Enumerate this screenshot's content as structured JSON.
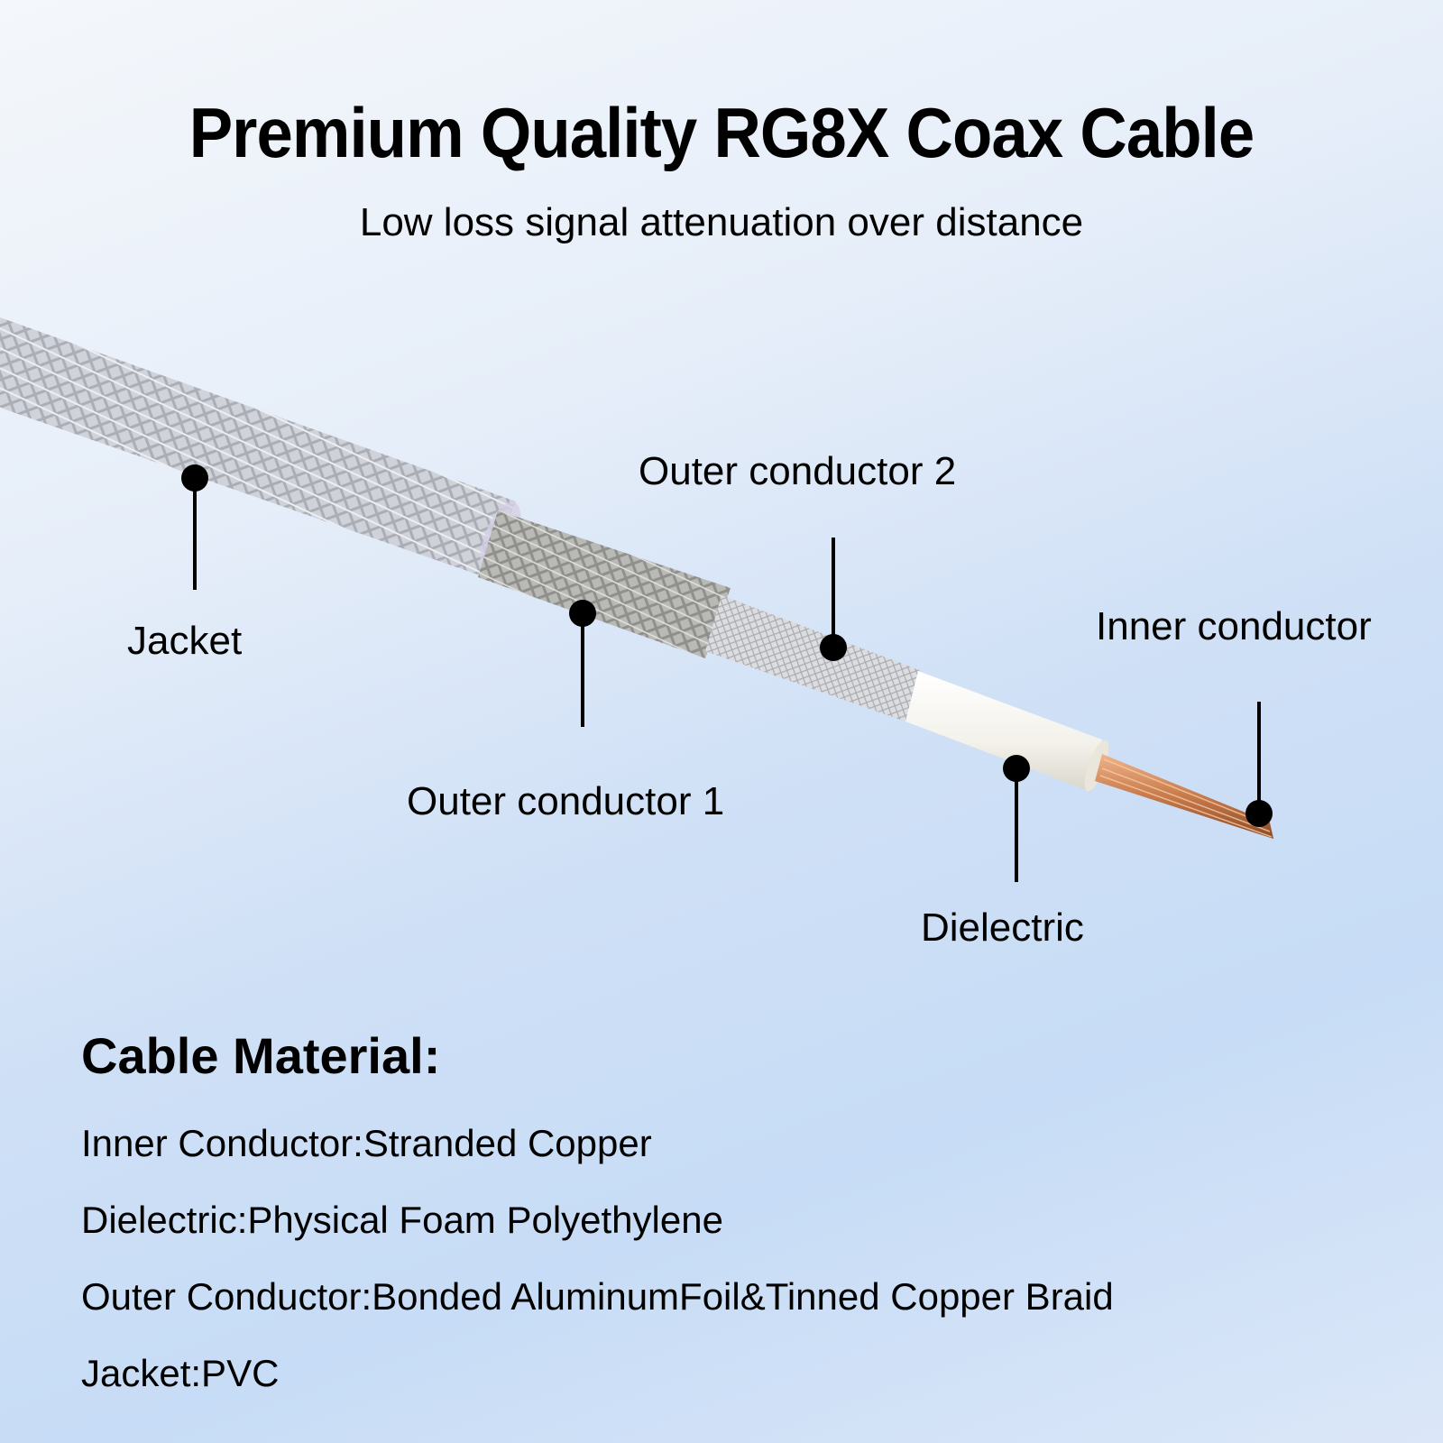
{
  "header": {
    "title": "Premium Quality RG8X Coax Cable",
    "subtitle": "Low loss signal attenuation over distance"
  },
  "callouts": {
    "jacket": "Jacket",
    "outer_conductor_1": "Outer conductor 1",
    "outer_conductor_2": "Outer conductor 2",
    "dielectric": "Dielectric",
    "inner_conductor": "Inner conductor"
  },
  "materials": {
    "heading": "Cable Material:",
    "lines": [
      "Inner Conductor:Stranded Copper",
      "Dielectric:Physical Foam Polyethylene",
      "Outer Conductor:Bonded AluminumFoil&Tinned Copper Braid",
      "Jacket:PVC"
    ]
  },
  "colors": {
    "jacket": "#c9cbd3",
    "braid": "#b7b7b4",
    "foil": "#d9dadb",
    "dielectric": "#f7f6f1",
    "copper": "#d08a5c",
    "marker": "#000000"
  }
}
